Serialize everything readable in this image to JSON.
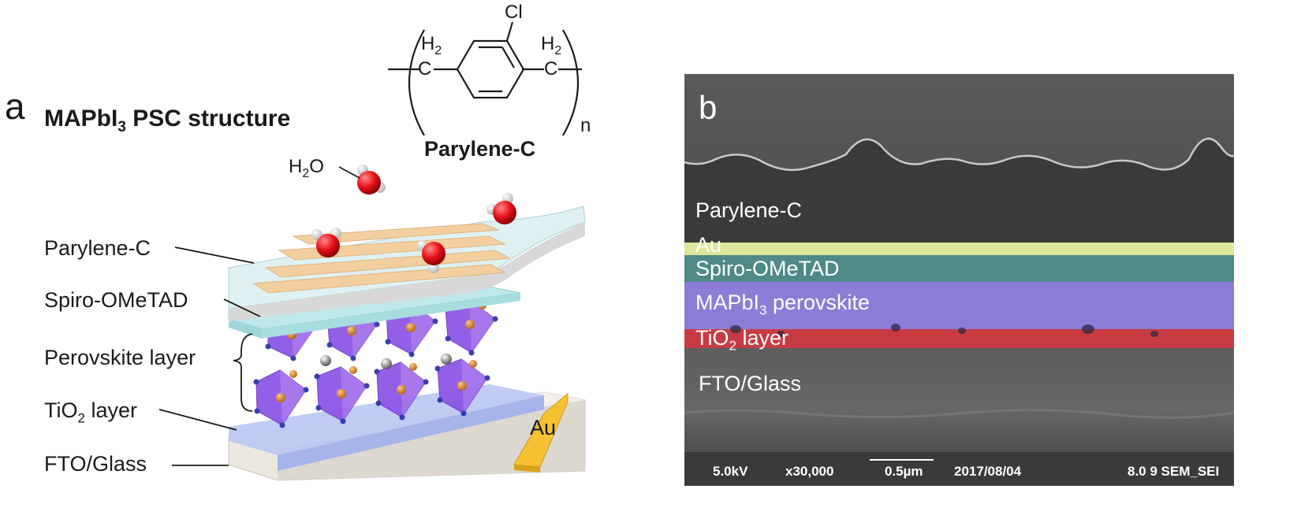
{
  "panel_a": {
    "letter": "a",
    "title_main": "MAPbI",
    "title_sub": "3",
    "title_rest": " PSC structure",
    "chem": {
      "cl": "Cl",
      "h2_left": "H",
      "h2_left_sub": "2",
      "c_left": "C",
      "h2_right": "H",
      "h2_right_sub": "2",
      "c_right": "C",
      "n": "n",
      "name": "Parylene-C"
    },
    "water": {
      "label_main": "H",
      "label_sub": "2",
      "label_rest": "O"
    },
    "labels": {
      "parylene": "Parylene-C",
      "spiro": "Spiro-OMeTAD",
      "perovskite": "Perovskite layer",
      "tio2_main": "TiO",
      "tio2_sub": "2",
      "tio2_rest": " layer",
      "fto": "FTO/Glass",
      "au": "Au"
    },
    "colors": {
      "parylene": "#dff1f2",
      "gold": "#f3cfa0",
      "spiro": "#bfe8ea",
      "perovskite": "#8c52e6",
      "tio2": "#b9c6f2",
      "glass": "#ece8df",
      "au_pad": "#f6c233",
      "water_o": "#e8141a",
      "water_h": "#f2f2f2"
    }
  },
  "panel_b": {
    "letter": "b",
    "layers": {
      "parylene": "Parylene-C",
      "au": "Au",
      "spiro": "Spiro-OMeTAD",
      "mapbi_main": "MAPbI",
      "mapbi_sub": "3",
      "mapbi_rest": " perovskite",
      "tio2_main": "TiO",
      "tio2_sub": "2",
      "tio2_rest": " layer",
      "fto": "FTO/Glass"
    },
    "footer": {
      "voltage": "5.0kV",
      "magnification": "x30,000",
      "scale": "0.5µm",
      "date": "2017/08/04",
      "detector": "8.0 9 SEM_SEI"
    },
    "colors": {
      "au": "#dde79a",
      "spiro": "#4f8a86",
      "perovskite": "#8c7cd6",
      "tio2": "#c63b42"
    }
  }
}
